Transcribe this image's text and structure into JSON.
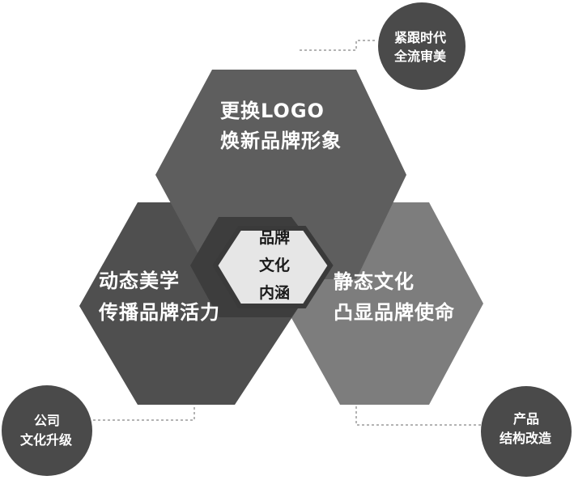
{
  "hexagons": {
    "top": {
      "line1": "更换LOGO",
      "line2": "焕新品牌形象"
    },
    "left": {
      "line1": "动态美学",
      "line2": "传播品牌活力"
    },
    "right": {
      "line1": "静态文化",
      "line2": "凸显品牌使命"
    }
  },
  "center": {
    "line1": "品牌",
    "line2": "文化",
    "line3": "内涵"
  },
  "circles": {
    "top_right": {
      "line1": "紧跟时代",
      "line2": "全流审美"
    },
    "bottom_left": {
      "line1": "公司",
      "line2": "文化升级"
    },
    "bottom_right": {
      "line1": "产品",
      "line2": "结构改造"
    }
  },
  "colors": {
    "hex_top": "#5e5e5e",
    "hex_left": "#4f4f4f",
    "hex_right": "#7d7d7d",
    "center_fill": "#e6e6e6",
    "center_border": "#3a3a3a",
    "circles": "#4a4a4a"
  }
}
